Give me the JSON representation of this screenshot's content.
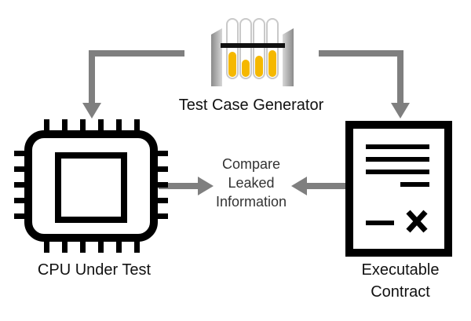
{
  "nodes": {
    "generator": {
      "label": "Test Case Generator",
      "icon": "test-tubes-icon"
    },
    "cpu": {
      "label": "CPU Under Test",
      "icon": "cpu-chip-icon"
    },
    "contract": {
      "label_line1": "Executable",
      "label_line2": "Contract",
      "icon": "contract-document-icon"
    },
    "compare": {
      "line1": "Compare",
      "line2": "Leaked",
      "line3": "Information"
    }
  },
  "colors": {
    "arrow": "#7f7f7f",
    "outline": "#000000",
    "tube_gray": "#7f7f7f",
    "tube_fill": "#f5b800",
    "text": "#111111"
  }
}
